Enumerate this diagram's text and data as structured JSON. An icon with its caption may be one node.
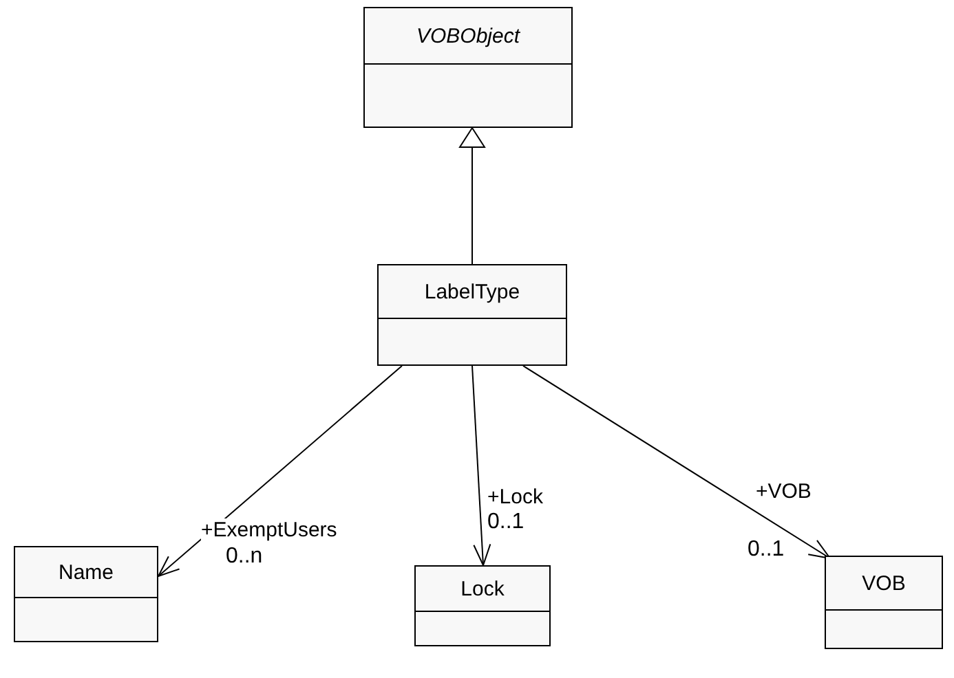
{
  "diagram": {
    "nodes": [
      {
        "text": [
          "VOBObject"
        ]
      },
      {
        "text": [
          "LabelType"
        ]
      },
      {
        "text": [
          "Name"
        ]
      },
      {
        "text": [
          "Lock"
        ]
      },
      {
        "text": [
          "VOB"
        ]
      }
    ],
    "edges": [
      {
        "from": 1,
        "to": 0,
        "arrow": "to"
      },
      {
        "from": 1,
        "to": 2,
        "arrow": "to",
        "label": "+ExemptUsers"
      },
      {
        "from": 1,
        "to": 3,
        "arrow": "to",
        "label": "+Lock"
      },
      {
        "from": 1,
        "to": 4,
        "arrow": "to",
        "label": "+VOB"
      }
    ],
    "labels": [
      "0..n",
      "0..1",
      "0..1"
    ]
  }
}
